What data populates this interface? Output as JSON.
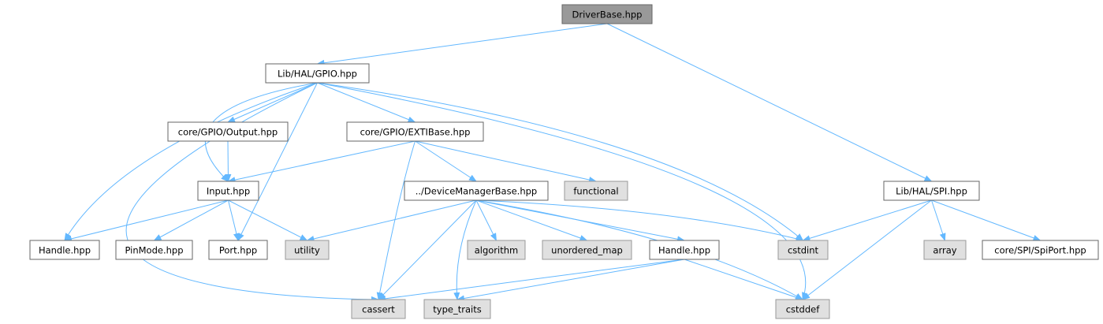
{
  "colors": {
    "edge": "#63b8ff",
    "root_fill": "#999999",
    "root_stroke": "#666666",
    "doc_fill": "#ffffff",
    "doc_stroke": "#666666",
    "ext_fill": "#e0e0e0",
    "ext_stroke": "#999999"
  },
  "nodes": [
    {
      "id": "driverbase",
      "label": "DriverBase.hpp",
      "kind": "root"
    },
    {
      "id": "gpio",
      "label": "Lib/HAL/GPIO.hpp",
      "kind": "doc"
    },
    {
      "id": "spi",
      "label": "Lib/HAL/SPI.hpp",
      "kind": "doc"
    },
    {
      "id": "output",
      "label": "core/GPIO/Output.hpp",
      "kind": "doc"
    },
    {
      "id": "extibase",
      "label": "core/GPIO/EXTIBase.hpp",
      "kind": "doc"
    },
    {
      "id": "input",
      "label": "Input.hpp",
      "kind": "doc"
    },
    {
      "id": "devmgr",
      "label": "../DeviceManagerBase.hpp",
      "kind": "doc"
    },
    {
      "id": "functional",
      "label": "functional",
      "kind": "ext"
    },
    {
      "id": "handle1",
      "label": "Handle.hpp",
      "kind": "doc"
    },
    {
      "id": "pinmode",
      "label": "PinMode.hpp",
      "kind": "doc"
    },
    {
      "id": "port",
      "label": "Port.hpp",
      "kind": "doc"
    },
    {
      "id": "utility",
      "label": "utility",
      "kind": "ext"
    },
    {
      "id": "algorithm",
      "label": "algorithm",
      "kind": "ext"
    },
    {
      "id": "unordered_map",
      "label": "unordered_map",
      "kind": "ext"
    },
    {
      "id": "handle2",
      "label": "Handle.hpp",
      "kind": "doc"
    },
    {
      "id": "cstdint",
      "label": "cstdint",
      "kind": "ext"
    },
    {
      "id": "array",
      "label": "array",
      "kind": "ext"
    },
    {
      "id": "spiport",
      "label": "core/SPI/SpiPort.hpp",
      "kind": "doc"
    },
    {
      "id": "cassert",
      "label": "cassert",
      "kind": "ext"
    },
    {
      "id": "type_traits",
      "label": "type_traits",
      "kind": "ext"
    },
    {
      "id": "cstddef",
      "label": "cstddef",
      "kind": "ext"
    }
  ],
  "edges": [
    {
      "from": "driverbase",
      "to": "gpio"
    },
    {
      "from": "driverbase",
      "to": "spi"
    },
    {
      "from": "gpio",
      "to": "output"
    },
    {
      "from": "gpio",
      "to": "extibase"
    },
    {
      "from": "gpio",
      "to": "input"
    },
    {
      "from": "gpio",
      "to": "handle1"
    },
    {
      "from": "gpio",
      "to": "port"
    },
    {
      "from": "gpio",
      "to": "cassert"
    },
    {
      "from": "gpio",
      "to": "cstdint"
    },
    {
      "from": "gpio",
      "to": "cstddef"
    },
    {
      "from": "output",
      "to": "input"
    },
    {
      "from": "extibase",
      "to": "input"
    },
    {
      "from": "extibase",
      "to": "devmgr"
    },
    {
      "from": "extibase",
      "to": "functional"
    },
    {
      "from": "extibase",
      "to": "cassert"
    },
    {
      "from": "input",
      "to": "handle1"
    },
    {
      "from": "input",
      "to": "pinmode"
    },
    {
      "from": "input",
      "to": "port"
    },
    {
      "from": "input",
      "to": "utility"
    },
    {
      "from": "devmgr",
      "to": "utility"
    },
    {
      "from": "devmgr",
      "to": "algorithm"
    },
    {
      "from": "devmgr",
      "to": "unordered_map"
    },
    {
      "from": "devmgr",
      "to": "handle2"
    },
    {
      "from": "devmgr",
      "to": "cstdint"
    },
    {
      "from": "devmgr",
      "to": "cassert"
    },
    {
      "from": "devmgr",
      "to": "type_traits"
    },
    {
      "from": "devmgr",
      "to": "cstddef"
    },
    {
      "from": "handle2",
      "to": "cassert"
    },
    {
      "from": "handle2",
      "to": "type_traits"
    },
    {
      "from": "handle2",
      "to": "cstddef"
    },
    {
      "from": "spi",
      "to": "cstdint"
    },
    {
      "from": "spi",
      "to": "cstddef"
    },
    {
      "from": "spi",
      "to": "array"
    },
    {
      "from": "spi",
      "to": "spiport"
    }
  ]
}
